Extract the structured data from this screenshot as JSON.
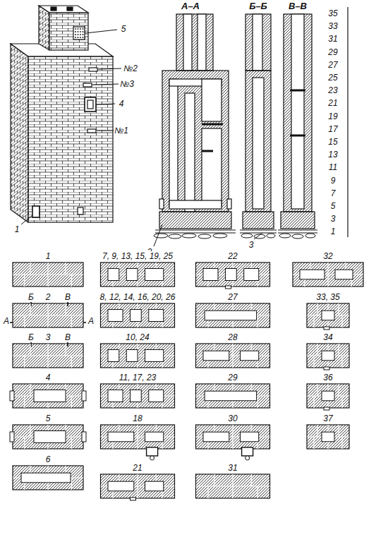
{
  "diagram": {
    "labels": [
      "5",
      "№2",
      "№3",
      "4",
      "№1",
      "1",
      "А–А",
      "Б–Б",
      "В–В",
      "35",
      "33",
      "31",
      "29",
      "27",
      "25",
      "23",
      "21",
      "19",
      "17",
      "15",
      "13",
      "11",
      "9",
      "7",
      "5",
      "3",
      "1",
      "2",
      "3",
      "1",
      "Б",
      "2",
      "В",
      "А",
      "А",
      "Б",
      "3",
      "В",
      "4",
      "5",
      "6",
      "7, 9, 13, 15, 19, 25",
      "8, 12, 14, 16, 20, 26",
      "10, 24",
      "11, 17, 23",
      "18",
      "21",
      "22",
      "27",
      "28",
      "29",
      "30",
      "31",
      "32",
      "33, 35",
      "34",
      "36",
      "37"
    ]
  }
}
